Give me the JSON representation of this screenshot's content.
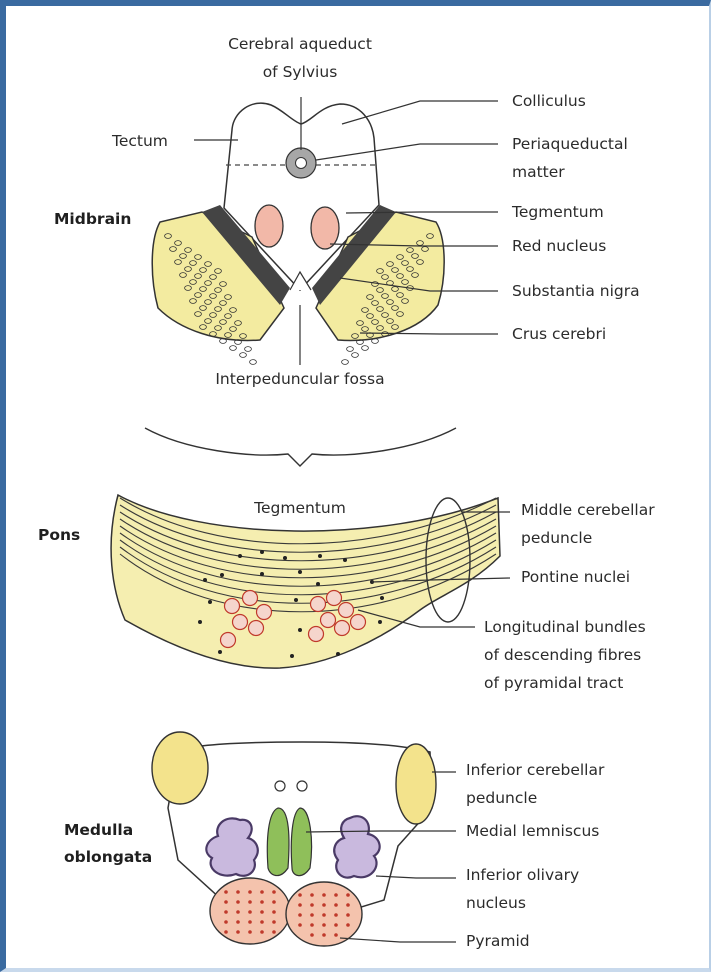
{
  "sections": {
    "midbrain": "Midbrain",
    "pons": "Pons",
    "medulla_line1": "Medulla",
    "medulla_line2": "oblongata"
  },
  "midbrain": {
    "aqueduct_line1": "Cerebral aqueduct",
    "aqueduct_line2": "of Sylvius",
    "tectum": "Tectum",
    "colliculus": "Colliculus",
    "periaqueductal_line1": "Periaqueductal",
    "periaqueductal_line2": "matter",
    "tegmentum": "Tegmentum",
    "red_nucleus": "Red nucleus",
    "substantia_nigra": "Substantia nigra",
    "crus_cerebri": "Crus cerebri",
    "interpeduncular": "Interpeduncular fossa"
  },
  "pons": {
    "tegmentum": "Tegmentum",
    "middle_cerebellar_line1": "Middle cerebellar",
    "middle_cerebellar_line2": "peduncle",
    "pontine_nuclei": "Pontine nuclei",
    "longitudinal_line1": "Longitudinal bundles",
    "longitudinal_line2": "of descending fibres",
    "longitudinal_line3": "of pyramidal tract"
  },
  "medulla": {
    "inferior_cerebellar_line1": "Inferior cerebellar",
    "inferior_cerebellar_line2": "peduncle",
    "medial_lemniscus": "Medial lemniscus",
    "inferior_olivary_line1": "Inferior olivary",
    "inferior_olivary_line2": "nucleus",
    "pyramid": "Pyramid"
  },
  "colors": {
    "frame": "#3a6aa0",
    "crus_fill": "#f3eba0",
    "red_nucleus": "#f2b8a8",
    "substantia_nigra": "#444444",
    "periaqueductal": "#a7a7a7",
    "pons_fill": "#f5eeb0",
    "pontine_nucleus": "#c0392b",
    "medial_lemniscus": "#8fbf5a",
    "olivary": "#9b86b8",
    "pyramid_fill": "#f4c3ad"
  }
}
